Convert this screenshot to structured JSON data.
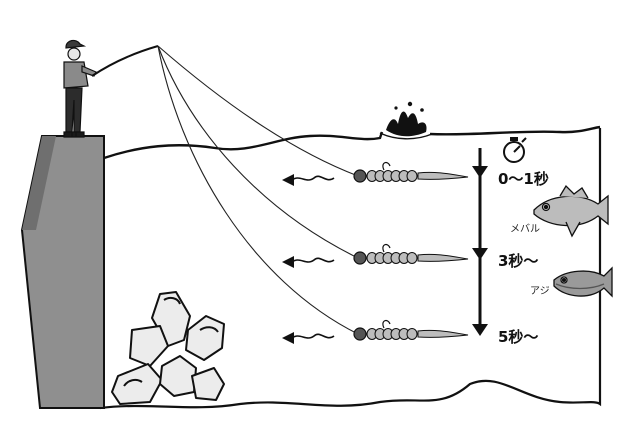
{
  "colors": {
    "ink": "#111111",
    "wall": "#8f8f8f",
    "wall_dark": "#6f6f6f",
    "tetrapod": "#ececec",
    "lure": "#bdbdbd",
    "angler_jacket": "#8a8a8a",
    "angler_pants": "#2c2c2c"
  },
  "icons": {
    "timer": "stopwatch-icon",
    "splash": "splash-icon",
    "retrieve": "wavy-arrow-icon"
  },
  "timeline": {
    "marks": [
      {
        "label": "0～1秒",
        "level": 0
      },
      {
        "label": "3秒～",
        "level": 1
      },
      {
        "label": "5秒～",
        "level": 2
      }
    ]
  },
  "fish": [
    {
      "label": "メバル"
    },
    {
      "label": "アジ"
    }
  ]
}
